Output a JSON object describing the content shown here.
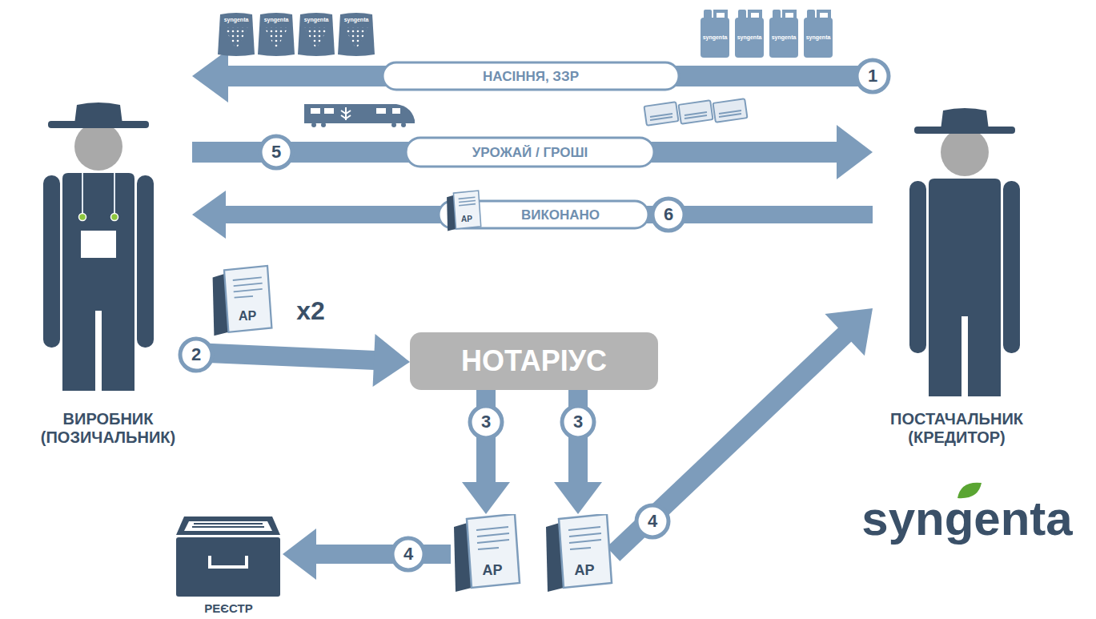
{
  "diagram": {
    "nodes": [
      {
        "text": [
          "ВИРОБНИК (ПОЗИЧАЛЬНИК)"
        ]
      },
      {
        "text": [
          "ПОСТАЧАЛЬНИК (КРЕДИТОР)"
        ]
      },
      {
        "text": [
          "НОТАРІУС"
        ]
      },
      {
        "text": [
          "АР"
        ]
      },
      {
        "text": [
          "АР"
        ]
      },
      {
        "text": [
          "РЕЄСТР"
        ]
      }
    ],
    "edges": [
      {
        "from": 1,
        "to": 0,
        "arrow": "to",
        "label": "НАСІННЯ, ЗЗР"
      },
      {
        "from": 0,
        "to": 1,
        "arrow": "to",
        "label": "УРОЖАЙ / ГРОШІ"
      },
      {
        "from": 1,
        "to": 0,
        "arrow": "to",
        "label": "ВИКОНАНО"
      },
      {
        "from": 0,
        "to": 2,
        "arrow": "to"
      },
      {
        "from": 2,
        "to": 3,
        "arrow": "to"
      },
      {
        "from": 2,
        "to": 4,
        "arrow": "to"
      },
      {
        "from": 3,
        "to": 5,
        "arrow": "to"
      },
      {
        "from": 4,
        "to": 1,
        "arrow": "to"
      }
    ],
    "labels": [
      "syngenta",
      "syngenta",
      "syngenta",
      "syngenta",
      "syngenta",
      "syngenta",
      "syngenta",
      "syngenta",
      "1",
      "5",
      "АР",
      "6",
      "АР",
      "x2",
      "2",
      "3",
      "3",
      "4",
      "4",
      "syngenta"
    ]
  }
}
